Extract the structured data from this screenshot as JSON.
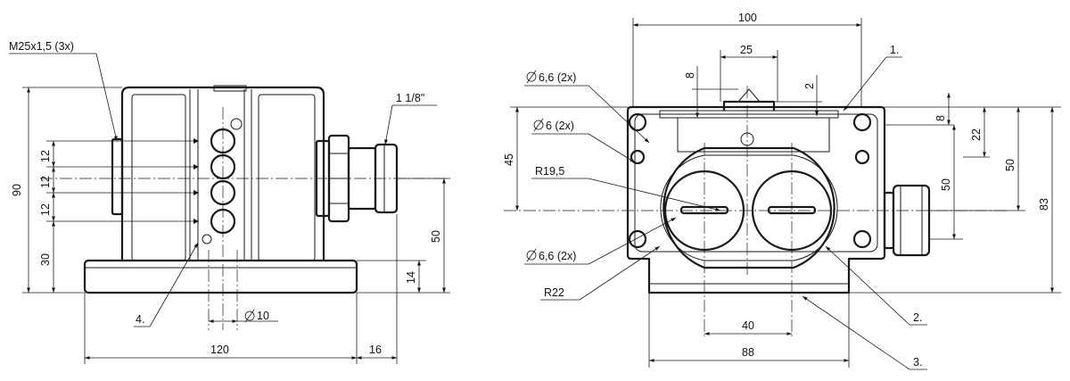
{
  "left_view": {
    "thread_label": "M25x1,5 (3x)",
    "pipe_thread": "1 1/8\"",
    "dims": {
      "height_90": "90",
      "gap_12_a": "12",
      "gap_12_b": "12",
      "gap_12_c": "12",
      "height_30": "30",
      "width_120": "120",
      "offset_16": "16",
      "height_50": "50",
      "height_14": "14",
      "diameter_10": "10"
    },
    "callout_4": "4."
  },
  "right_view": {
    "dims": {
      "width_100": "100",
      "width_25": "25",
      "small_8": "8",
      "small_2": "2",
      "hole_66_top": "6,6 (2x)",
      "hole_6": "6 (2x)",
      "height_45": "45",
      "radius_19_5": "R19,5",
      "hole_66_bottom": "6,6 (2x)",
      "radius_22": "R22",
      "width_40": "40",
      "width_88": "88",
      "right_8": "8",
      "right_22": "22",
      "right_50_inner": "50",
      "right_50_outer": "50",
      "height_83": "83"
    },
    "callouts": {
      "c1": "1.",
      "c2": "2.",
      "c3": "3."
    }
  }
}
